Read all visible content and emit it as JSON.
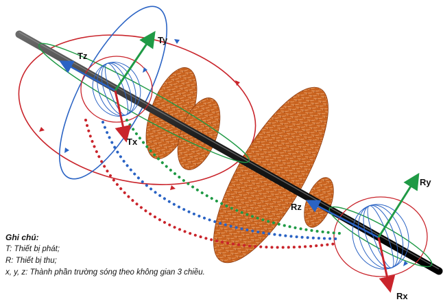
{
  "diagram": {
    "labels": {
      "tz": "Tz",
      "ty": "Ty",
      "tx": "Tx",
      "rz": "Rz",
      "ry": "Ry",
      "rx": "Rx"
    },
    "colors": {
      "red_field": "#c9242b",
      "blue_field": "#2a63c4",
      "green_field": "#1f9a45",
      "tool_body": "#1a1a1a",
      "formation_disc": "#c9631f",
      "axis_green": "#1f9a45",
      "axis_red": "#c9242b",
      "axis_blue": "#2a63c4"
    }
  },
  "legend": {
    "title": "Ghi chú:",
    "line_t": "T: Thiết bị phát;",
    "line_r": "R: Thiết bị thu;",
    "line_xyz": "x, y, z: Thành phần trường sóng theo không gian 3 chiều."
  }
}
